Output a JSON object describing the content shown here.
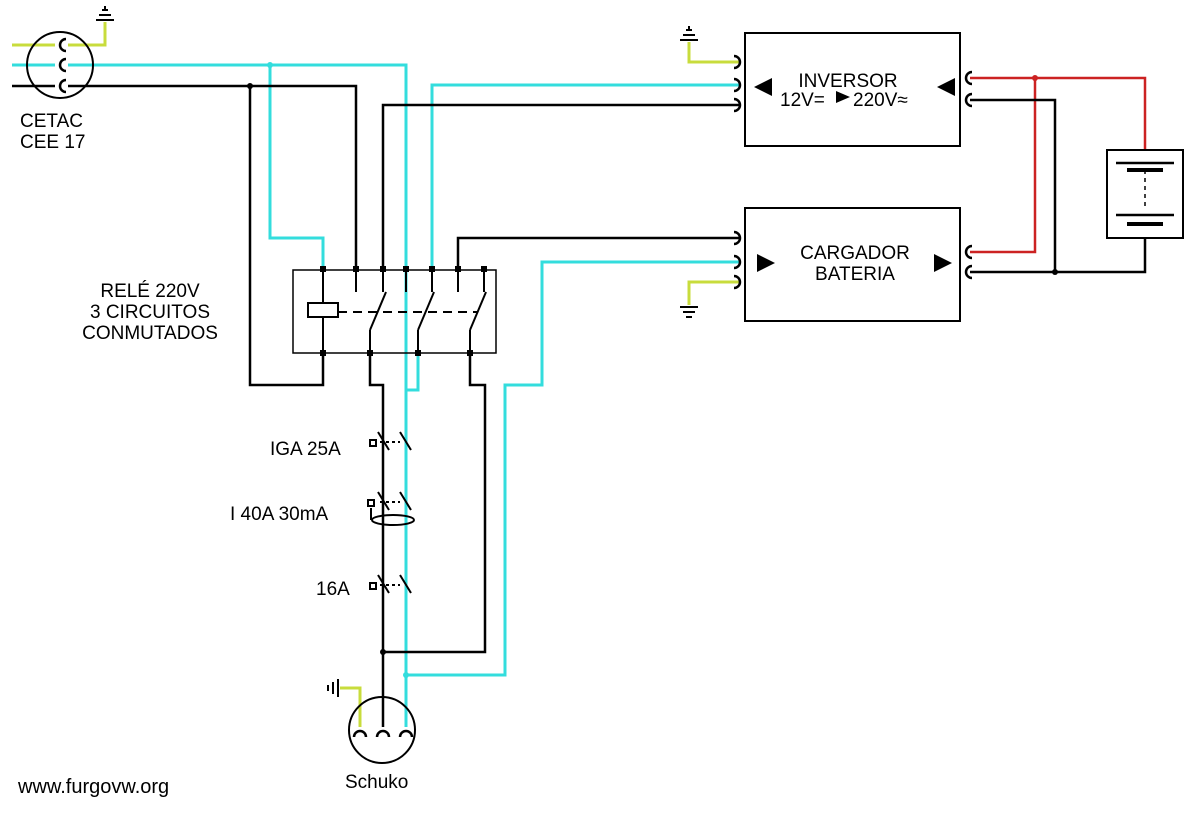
{
  "labels": {
    "cetac_line1": "CETAC",
    "cetac_line2": "CEE 17",
    "relay_line1": "RELÉ 220V",
    "relay_line2": "3 CIRCUITOS",
    "relay_line3": "CONMUTADOS",
    "iga": "IGA 25A",
    "differential": "I 40A 30mA",
    "breaker16": "16A",
    "schuko": "Schuko",
    "inverter_title": "INVERSOR",
    "inverter_spec": "12V=",
    "inverter_spec2": "220V≈",
    "charger_line1": "CARGADOR",
    "charger_line2": "BATERIA",
    "website": "www.furgovw.org"
  },
  "colors": {
    "phase": "#000000",
    "neutral": "#33dddd",
    "earth": "#c8dc3c",
    "dc_positive": "#cc2222",
    "dc_negative": "#000000"
  },
  "icons": [
    "ground-icon",
    "plug-socket-icon",
    "relay-coil-icon",
    "breaker-icon",
    "battery-icon",
    "arrow-icon"
  ]
}
